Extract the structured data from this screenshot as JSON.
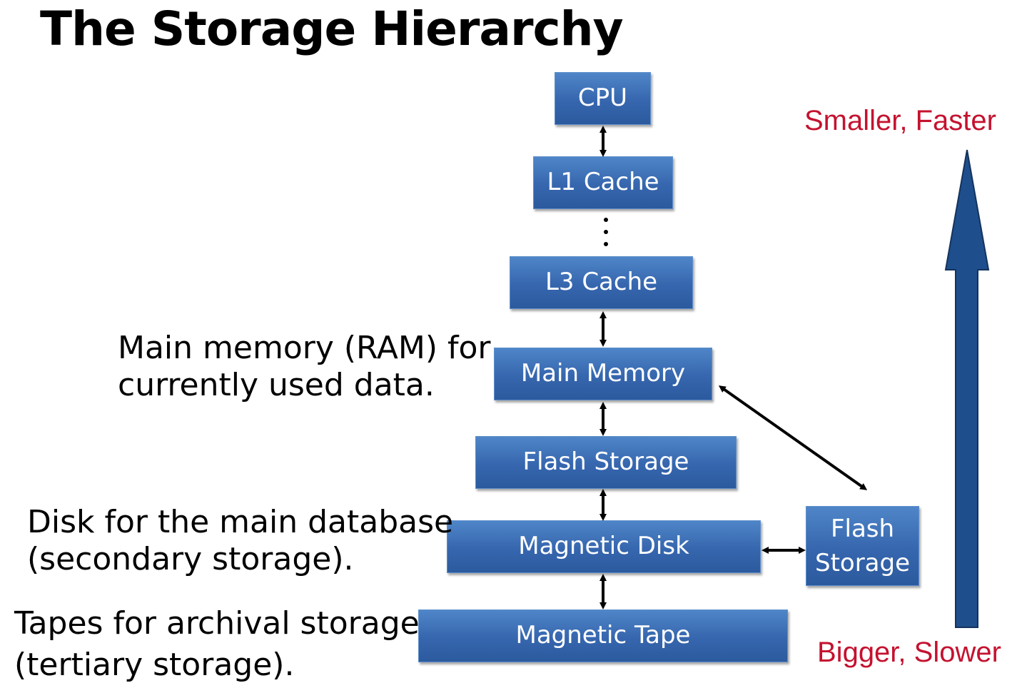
{
  "title": "The Storage Hierarchy",
  "levels": {
    "cpu": "CPU",
    "l1": "L1 Cache",
    "l3": "L3 Cache",
    "main_memory": "Main Memory",
    "flash": "Flash Storage",
    "disk": "Magnetic Disk",
    "tape": "Magnetic Tape",
    "side_flash_line1": "Flash",
    "side_flash_line2": "Storage"
  },
  "notes": {
    "ram_line1": "Main memory (RAM) for",
    "ram_line2": "currently used data.",
    "disk_line1": "Disk for the main database",
    "disk_line2": "(secondary storage).",
    "tape_line1": "Tapes for archival storage",
    "tape_line2": "(tertiary storage)."
  },
  "axis": {
    "top": "Smaller, Faster",
    "bottom": "Bigger, Slower"
  },
  "colors": {
    "box": "#3666ae",
    "big_arrow": "#1f4e8c",
    "axis_text": "#c4122f"
  }
}
